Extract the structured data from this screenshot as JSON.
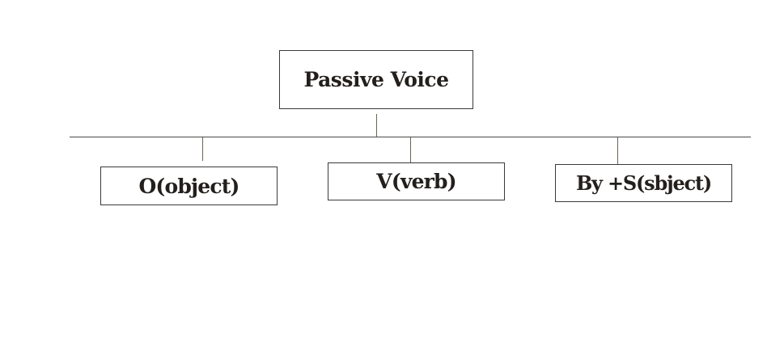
{
  "diagram": {
    "root": {
      "label": "Passive Voice"
    },
    "children": [
      {
        "label": "O(object)"
      },
      {
        "label": "V(verb)"
      },
      {
        "label": "By +S(sbject)"
      }
    ]
  }
}
